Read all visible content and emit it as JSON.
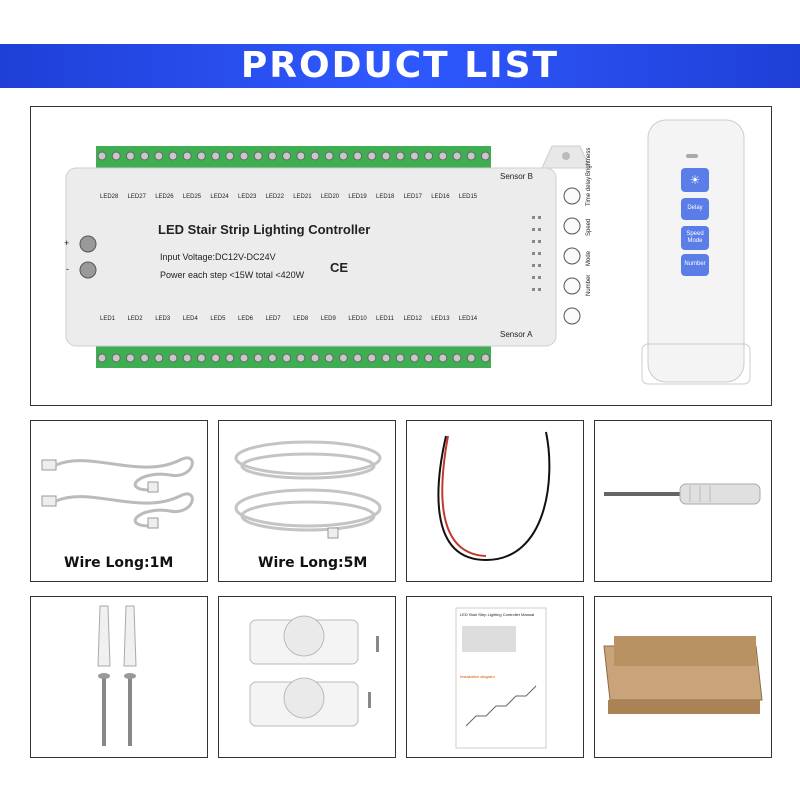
{
  "banner": {
    "title": "PRODUCT LIST"
  },
  "controller": {
    "title": "LED Stair Strip Lighting Controller",
    "input_voltage": "Input Voltage:DC12V-DC24V",
    "power": "Power each step <15W   total <420W",
    "ce": "CE",
    "sensor_b": "Sensor B",
    "sensor_a": "Sensor A",
    "plus": "+",
    "minus": "-",
    "top_leds": [
      "LED28",
      "LED27",
      "LED26",
      "LED25",
      "LED24",
      "LED23",
      "LED22",
      "LED21",
      "LED20",
      "LED19",
      "LED18",
      "LED17",
      "LED16",
      "LED15"
    ],
    "bottom_leds": [
      "LED1",
      "LED2",
      "LED3",
      "LED4",
      "LED5",
      "LED6",
      "LED7",
      "LED8",
      "LED9",
      "LED10",
      "LED11",
      "LED12",
      "LED13",
      "LED14"
    ],
    "side_buttons": [
      "Brightness",
      "Time delay",
      "Speed",
      "Mode",
      "Number"
    ]
  },
  "remote": {
    "buttons": [
      {
        "label": "",
        "icon": "sun-icon"
      },
      {
        "label": "Delay"
      },
      {
        "label": "Speed Mode"
      },
      {
        "label": "Number"
      }
    ]
  },
  "items": [
    {
      "caption": "Wire Long:1M"
    },
    {
      "caption": "Wire Long:5M"
    }
  ],
  "manual": {
    "title": "LED Stair Strip Lighting Controller Manual",
    "subtitle": "Installation diagram"
  }
}
